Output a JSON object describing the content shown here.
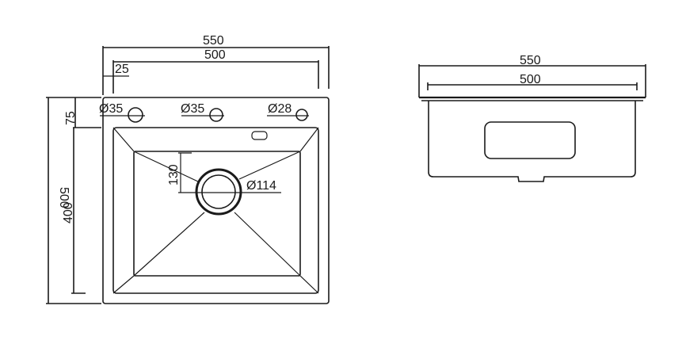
{
  "top_view": {
    "overall_width": "550",
    "bowl_width": "500",
    "rim_offset": "25",
    "rim_depth": "75",
    "overall_depth": "500",
    "bowl_depth": "400",
    "drain_offset": "130",
    "holes": [
      {
        "label": "Ø35"
      },
      {
        "label": "Ø35"
      },
      {
        "label": "Ø28"
      }
    ],
    "drain_label": "Ø114"
  },
  "side_view": {
    "overall_width": "550",
    "bowl_width": "500"
  }
}
